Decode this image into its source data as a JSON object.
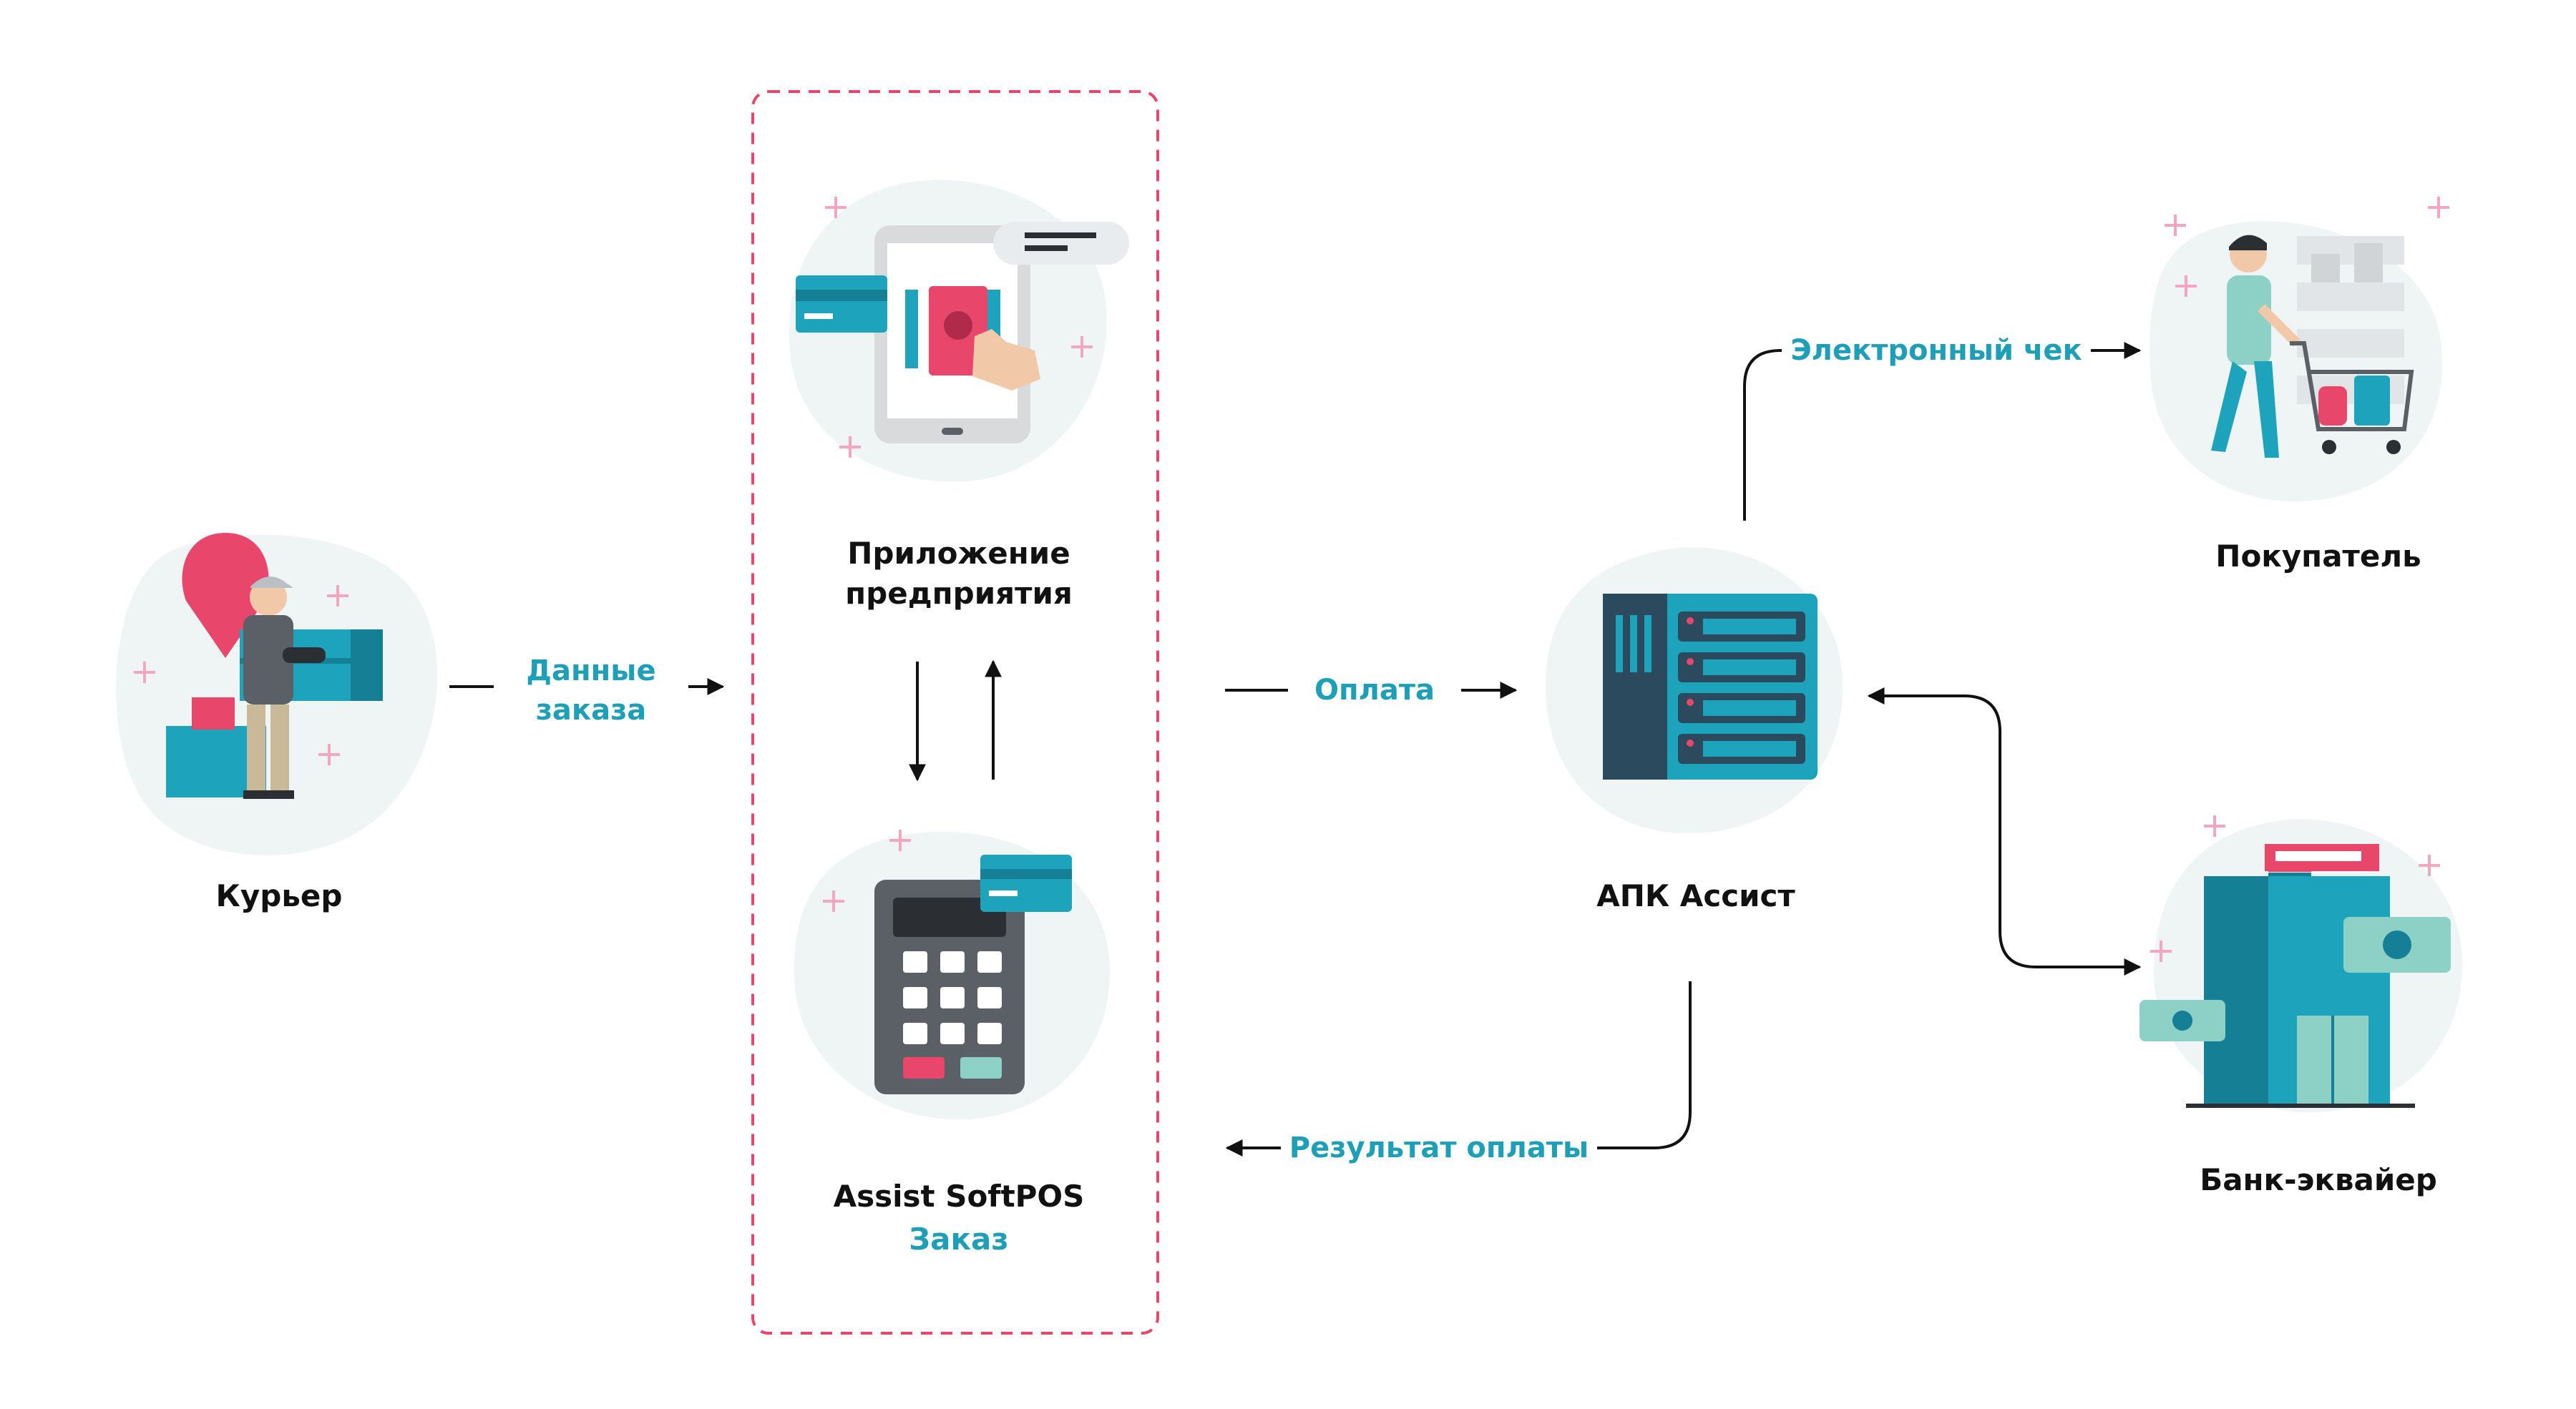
{
  "nodes": {
    "courier": "Курьер",
    "app_line1": "Приложение",
    "app_line2": "предприятия",
    "softpos": "Assist SoftPOS",
    "softpos_sub": "Заказ",
    "apk": "АПК Ассист",
    "buyer": "Покупатель",
    "bank": "Банк-эквайер"
  },
  "edges": {
    "order_data_line1": "Данные",
    "order_data_line2": "заказа",
    "payment": "Оплата",
    "payment_result": "Результат оплаты",
    "e_receipt": "Электронный чек"
  },
  "colors": {
    "accent": "#1d9fb8",
    "highlight": "#e8466a",
    "blob": "#eef5f4",
    "arrow": "#111111"
  }
}
